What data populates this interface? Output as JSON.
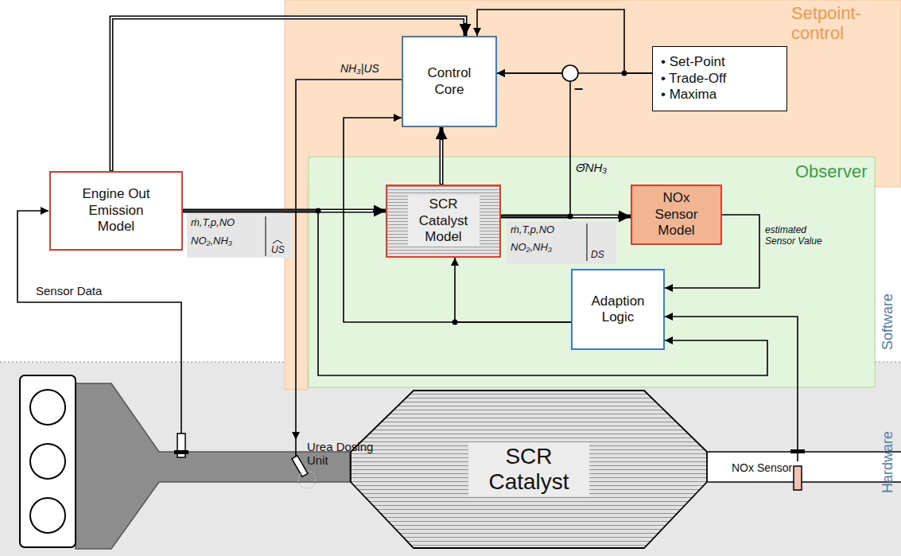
{
  "diagram": {
    "nodes": [
      {
        "text": [
          "Software"
        ]
      },
      {
        "text": [
          "Setpoint-control"
        ],
        "in": 0
      },
      {
        "text": [
          "Control Core"
        ],
        "in": 1
      },
      {
        "text": [
          "• Set-Point",
          "• Trade-Off",
          "• Maxima"
        ],
        "in": 1
      },
      {
        "text": [
          "Engine Out Emission Model"
        ],
        "in": 0
      },
      {
        "text": [
          "Observer"
        ],
        "in": 0
      },
      {
        "text": [
          "SCR Catalyst Model"
        ],
        "in": 5
      },
      {
        "text": [
          "NOx Sensor Model"
        ],
        "in": 5
      },
      {
        "text": [
          "Adaption Logic"
        ],
        "in": 5
      },
      {
        "text": [
          "Hardware"
        ]
      },
      {
        "text": [
          "Urea Dosing Unit"
        ],
        "in": 9
      },
      {
        "text": [
          "SCR Catalyst"
        ],
        "in": 9
      },
      {
        "text": [
          "NOx Sensor"
        ],
        "in": 9
      }
    ],
    "edges": [
      {
        "from": 4,
        "to": 2,
        "arrow": "to"
      },
      {
        "from": 4,
        "to": 6,
        "arrow": "to"
      },
      {
        "from": 6,
        "to": 2,
        "arrow": "to"
      },
      {
        "from": 6,
        "to": 7,
        "arrow": "to"
      },
      {
        "from": 6,
        "to": 2,
        "arrow": "to",
        "label": "Θ̂NH₃"
      },
      {
        "from": 3,
        "to": 2,
        "arrow": "to"
      },
      {
        "from": 3,
        "to": 2,
        "arrow": "to"
      },
      {
        "from": 7,
        "to": 8,
        "arrow": "to",
        "label": "estimated Sensor Value"
      },
      {
        "from": 4,
        "to": 8,
        "arrow": "to"
      },
      {
        "from": 8,
        "to": 6,
        "arrow": "to"
      },
      {
        "from": 8,
        "to": 2,
        "arrow": "to"
      },
      {
        "from": 2,
        "to": 10,
        "arrow": "to",
        "label": "NH₃|US"
      },
      {
        "from": 12,
        "to": 8,
        "arrow": "to"
      }
    ],
    "labels": [
      "Sensor Data",
      "–",
      "ṁ,T,p,NO",
      "NO₂,NH₃",
      "US",
      "ṁ,T,p,NO",
      "NO₂,NH₃",
      "DS"
    ]
  }
}
